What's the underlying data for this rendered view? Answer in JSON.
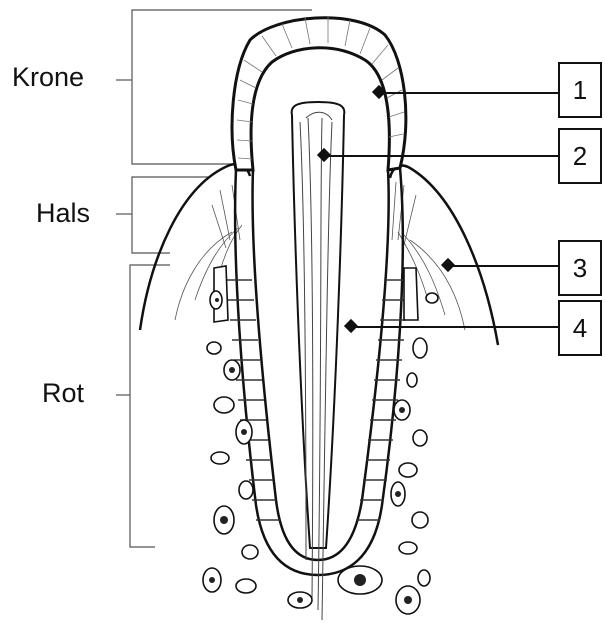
{
  "diagram": {
    "region_labels": {
      "crown": "Krone",
      "neck": "Hals",
      "root": "Rot"
    },
    "callouts": [
      {
        "number": "1"
      },
      {
        "number": "2"
      },
      {
        "number": "3"
      },
      {
        "number": "4"
      }
    ],
    "colors": {
      "ink": "#111111",
      "background": "#ffffff"
    }
  }
}
